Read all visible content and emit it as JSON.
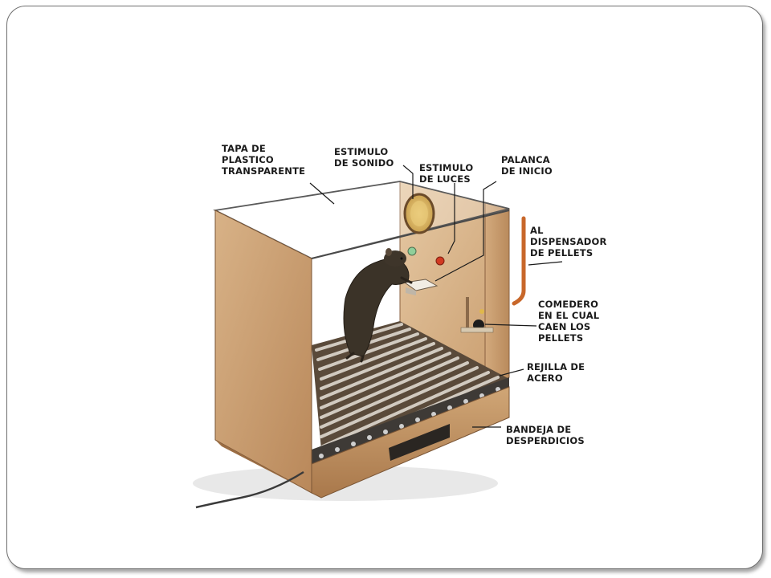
{
  "labels": {
    "tapa": "TAPA DE\nPLASTICO\nTRANSPARENTE",
    "sonido": "ESTIMULO\nDE SONIDO",
    "luces": "ESTIMULO\nDE LUCES",
    "palanca": "PALANCA\nDE INICIO",
    "dispensador": "AL\nDISPENSADOR\nDE  PELLETS",
    "comedero": "COMEDERO\nEN EL CUAL\nCAEN LOS\nPELLETS",
    "rejilla": "REJILLA DE\nACERO",
    "bandeja": "BANDEJA DE\nDESPERDICIOS"
  },
  "colors": {
    "wood_light": "#d9b48a",
    "wood_mid": "#c89a68",
    "wood_dark": "#a9784b",
    "tube": "#c8672a",
    "grid_bar": "#c9c2b8",
    "light_red": "#d23a22",
    "light_green": "#8fcf9a"
  }
}
